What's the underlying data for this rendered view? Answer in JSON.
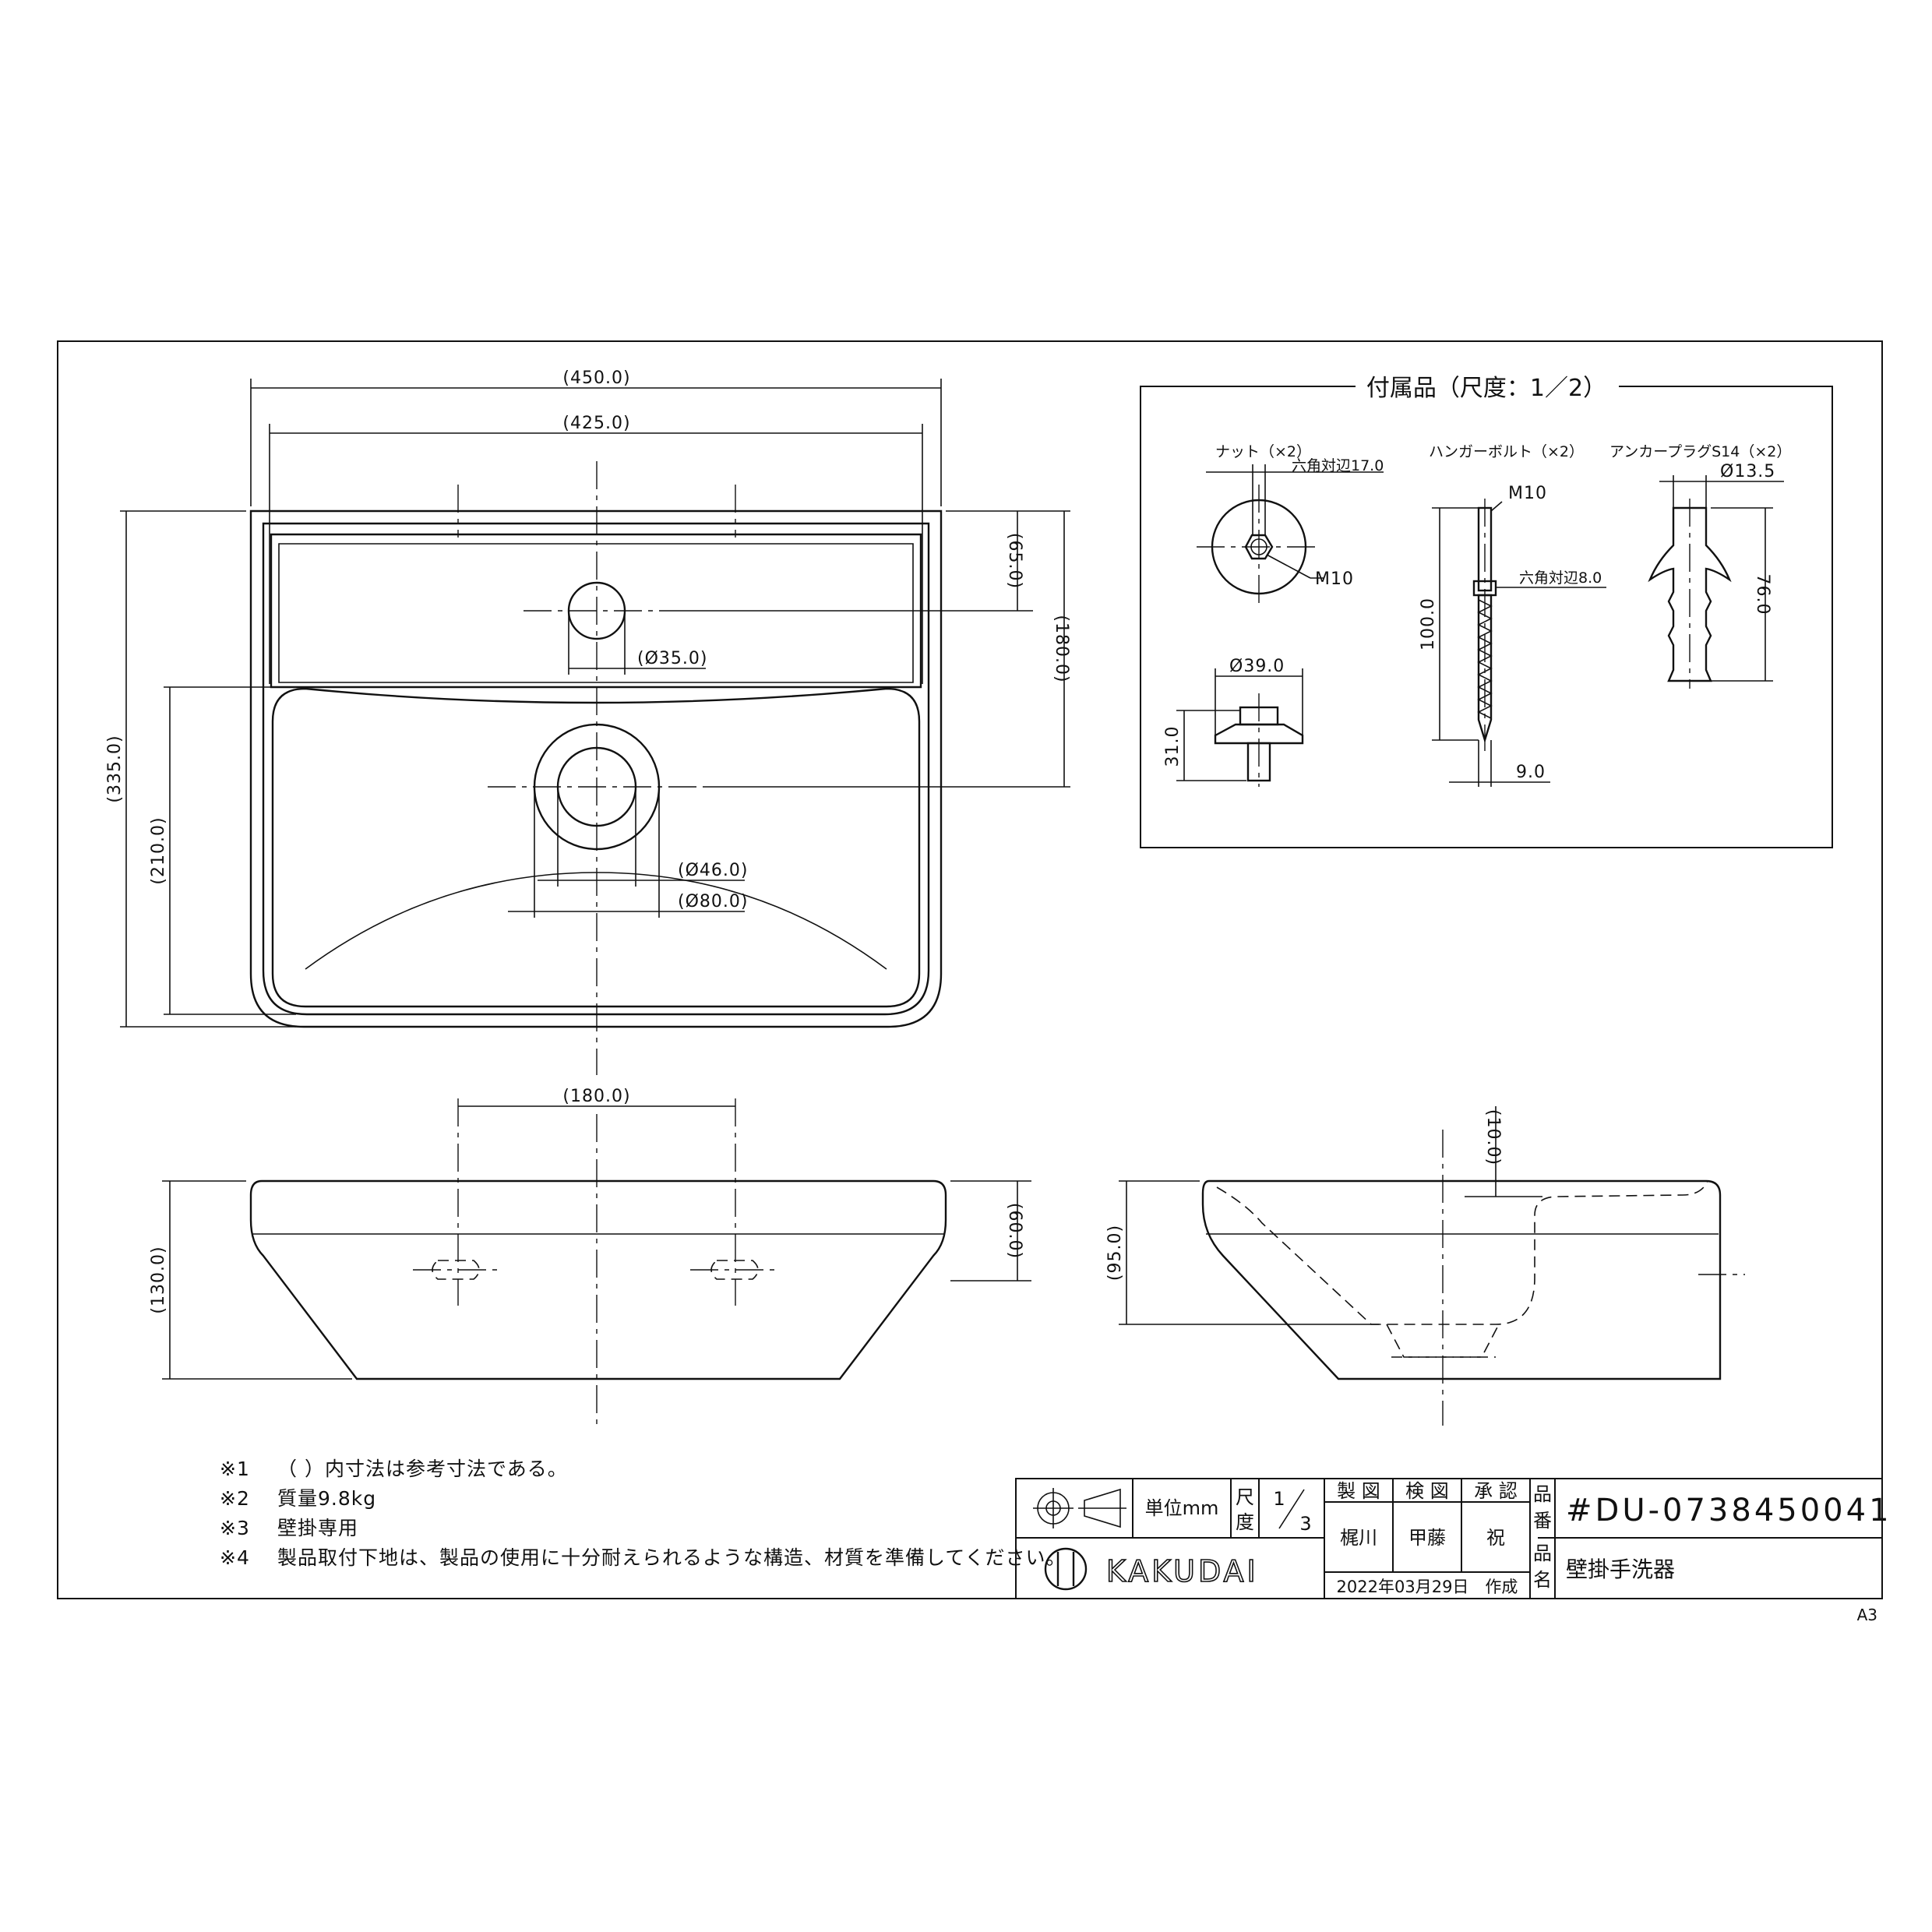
{
  "dims": {
    "w450": "(450.0)",
    "w425": "(425.0)",
    "h65": "(65.0)",
    "h180": "(180.0)",
    "h335": "(335.0)",
    "h210": "(210.0)",
    "d35": "(Ø35.0)",
    "d46": "(Ø46.0)",
    "d80": "(Ø80.0)",
    "front_w180": "(180.0)",
    "front_h60": "(60.0)",
    "front_h130": "(130.0)",
    "side_h10": "(10.0)",
    "side_h95": "(95.0)"
  },
  "accessories": {
    "title": "付属品（尺度：1／2）",
    "nut": {
      "label": "ナット（×2）",
      "hex": "六角対辺17.0",
      "thread": "M10",
      "dia": "Ø39.0",
      "height": "31.0"
    },
    "bolt": {
      "label": "ハンガーボルト（×2）",
      "thread": "M10",
      "hex": "六角対辺8.0",
      "length": "100.0",
      "dia": "9.0"
    },
    "plug": {
      "label": "アンカープラグS14（×2）",
      "dia": "Ø13.5",
      "length": "76.0"
    }
  },
  "notes": [
    {
      "mark": "※1",
      "text": "（ ）内寸法は参考寸法である。"
    },
    {
      "mark": "※2",
      "text": "質量9.8kg"
    },
    {
      "mark": "※3",
      "text": "壁掛専用"
    },
    {
      "mark": "※4",
      "text": "製品取付下地は、製品の使用に十分耐えられるような構造、材質を準備してください。"
    }
  ],
  "title_block": {
    "unit_label": "単位mm",
    "scale_label_1": "尺",
    "scale_label_2": "度",
    "scale_num": "1",
    "scale_den": "3",
    "col_draw": "製 図",
    "col_check": "検 図",
    "col_approve": "承 認",
    "name_draw": "梶川",
    "name_check": "甲藤",
    "name_approve": "祝",
    "date": "2022年03月29日　作成",
    "part_no_label_1": "品",
    "part_no_label_2": "番",
    "part_name_label_1": "品",
    "part_name_label_2": "名",
    "part_no": "#DU-0738450041",
    "part_name": "壁掛手洗器",
    "logo": "KAKUDAI"
  },
  "sheet_size": "A3"
}
